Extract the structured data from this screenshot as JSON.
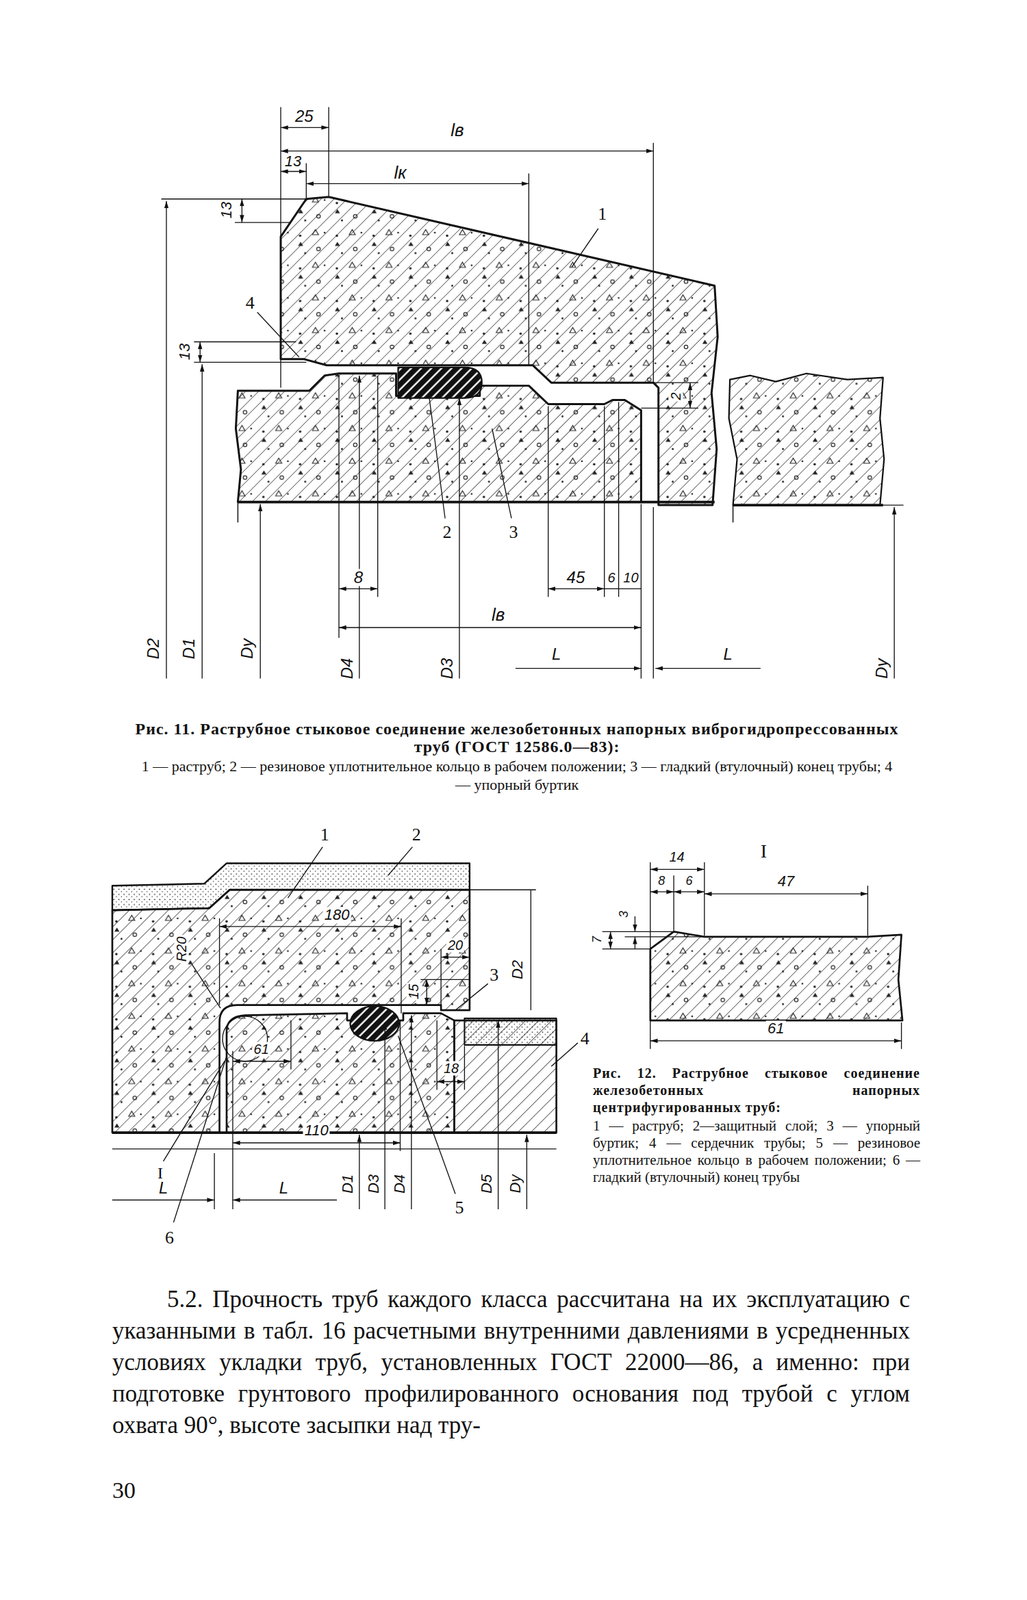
{
  "diagram": {
    "labels": [
      "25",
      "lв",
      "13",
      "lк",
      "1",
      "13",
      "4",
      "13",
      "2",
      "2",
      "3",
      "8",
      "45",
      "6",
      "10",
      "lв",
      "D2",
      "D1",
      "Dу",
      "D4",
      "D3",
      "L",
      "L",
      "Dу",
      "Рис. 11. Раструбное стыковое соединение железобетонных напорных виброгидропрессованных труб (ГОСТ 12586.0—83):",
      "1 — раструб; 2 — резиновое уплотнительное кольцо в рабочем положении; 3 — гладкий (втулочный) конец трубы; 4 — упорный буртик",
      "1",
      "2",
      "180",
      "R20",
      "20",
      "3",
      "15",
      "D2",
      "18",
      "4",
      "61",
      "110",
      "I",
      "L",
      "L",
      "D1",
      "D3",
      "D4",
      "5",
      "D5",
      "Dу",
      "6",
      "14",
      "I",
      "8",
      "6",
      "47",
      "3",
      "7",
      "61",
      "Рис. 12. Раструбное стыковое соединение железобетонных напорных центрифугированных труб:",
      "1 — раструб; 2—защитный слой; 3 — упорный буртик; 4 — сердечник трубы; 5 — резиновое уплотнительное кольцо в рабочем положении; 6 — гладкий (втулочный) конец трубы",
      "5.2. Прочность труб каждого класса рассчитана на их эксплуатацию с указанными в табл. 16 расчетными внутренними давлениями в усредненных условиях укладки труб, установленных ГОСТ 22000—86, а именно: при подготовке грунтового профилированного основания под трубой с углом охвата 90°, высоте засыпки над тру-",
      "30"
    ]
  }
}
